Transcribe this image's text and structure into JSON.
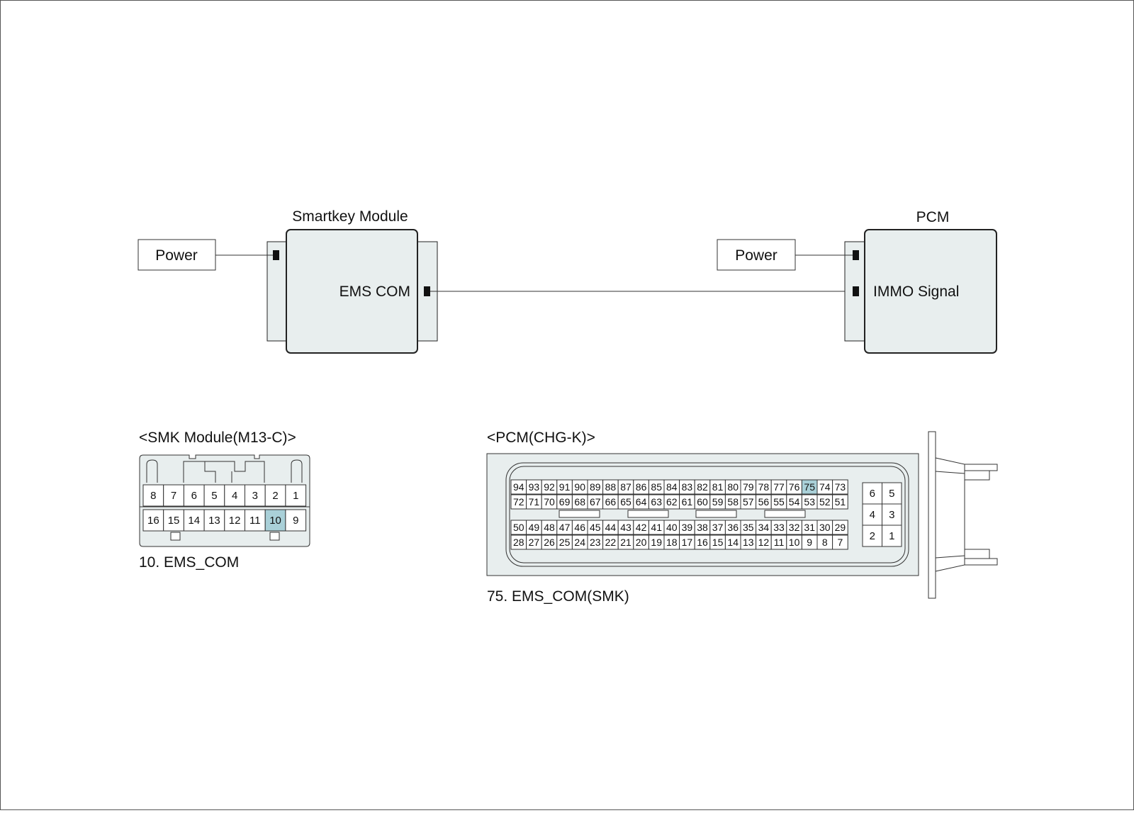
{
  "colors": {
    "module_fill": "#e8eeee",
    "highlight": "#a9d0d8",
    "stroke": "#222222",
    "connector_fill": "#ffffff"
  },
  "diagram": {
    "smartkey": {
      "title": "Smartkey Module",
      "power_label": "Power",
      "port_label": "EMS COM"
    },
    "pcm": {
      "title": "PCM",
      "power_label": "Power",
      "port_label": "IMMO Signal"
    }
  },
  "smk_connector": {
    "title": "<SMK Module(M13-C)>",
    "caption": "10. EMS_COM",
    "top_row": [
      "8",
      "7",
      "6",
      "5",
      "4",
      "3",
      "2",
      "1"
    ],
    "bottom_row": [
      "16",
      "15",
      "14",
      "13",
      "12",
      "11",
      "10",
      "9"
    ],
    "highlight": "10"
  },
  "pcm_connector": {
    "title": "<PCM(CHG-K)>",
    "caption": "75. EMS_COM(SMK)",
    "row1": [
      "94",
      "93",
      "92",
      "91",
      "90",
      "89",
      "88",
      "87",
      "86",
      "85",
      "84",
      "83",
      "82",
      "81",
      "80",
      "79",
      "78",
      "77",
      "76",
      "75",
      "74",
      "73"
    ],
    "row2": [
      "72",
      "71",
      "70",
      "69",
      "68",
      "67",
      "66",
      "65",
      "64",
      "63",
      "62",
      "61",
      "60",
      "59",
      "58",
      "57",
      "56",
      "55",
      "54",
      "53",
      "52",
      "51"
    ],
    "row3": [
      "50",
      "49",
      "48",
      "47",
      "46",
      "45",
      "44",
      "43",
      "42",
      "41",
      "40",
      "39",
      "38",
      "37",
      "36",
      "35",
      "34",
      "33",
      "32",
      "31",
      "30",
      "29"
    ],
    "row4": [
      "28",
      "27",
      "26",
      "25",
      "24",
      "23",
      "22",
      "21",
      "20",
      "19",
      "18",
      "17",
      "16",
      "15",
      "14",
      "13",
      "12",
      "11",
      "10",
      "9",
      "8",
      "7"
    ],
    "small_block": [
      [
        "6",
        "5"
      ],
      [
        "4",
        "3"
      ],
      [
        "2",
        "1"
      ]
    ],
    "highlight": "75"
  }
}
